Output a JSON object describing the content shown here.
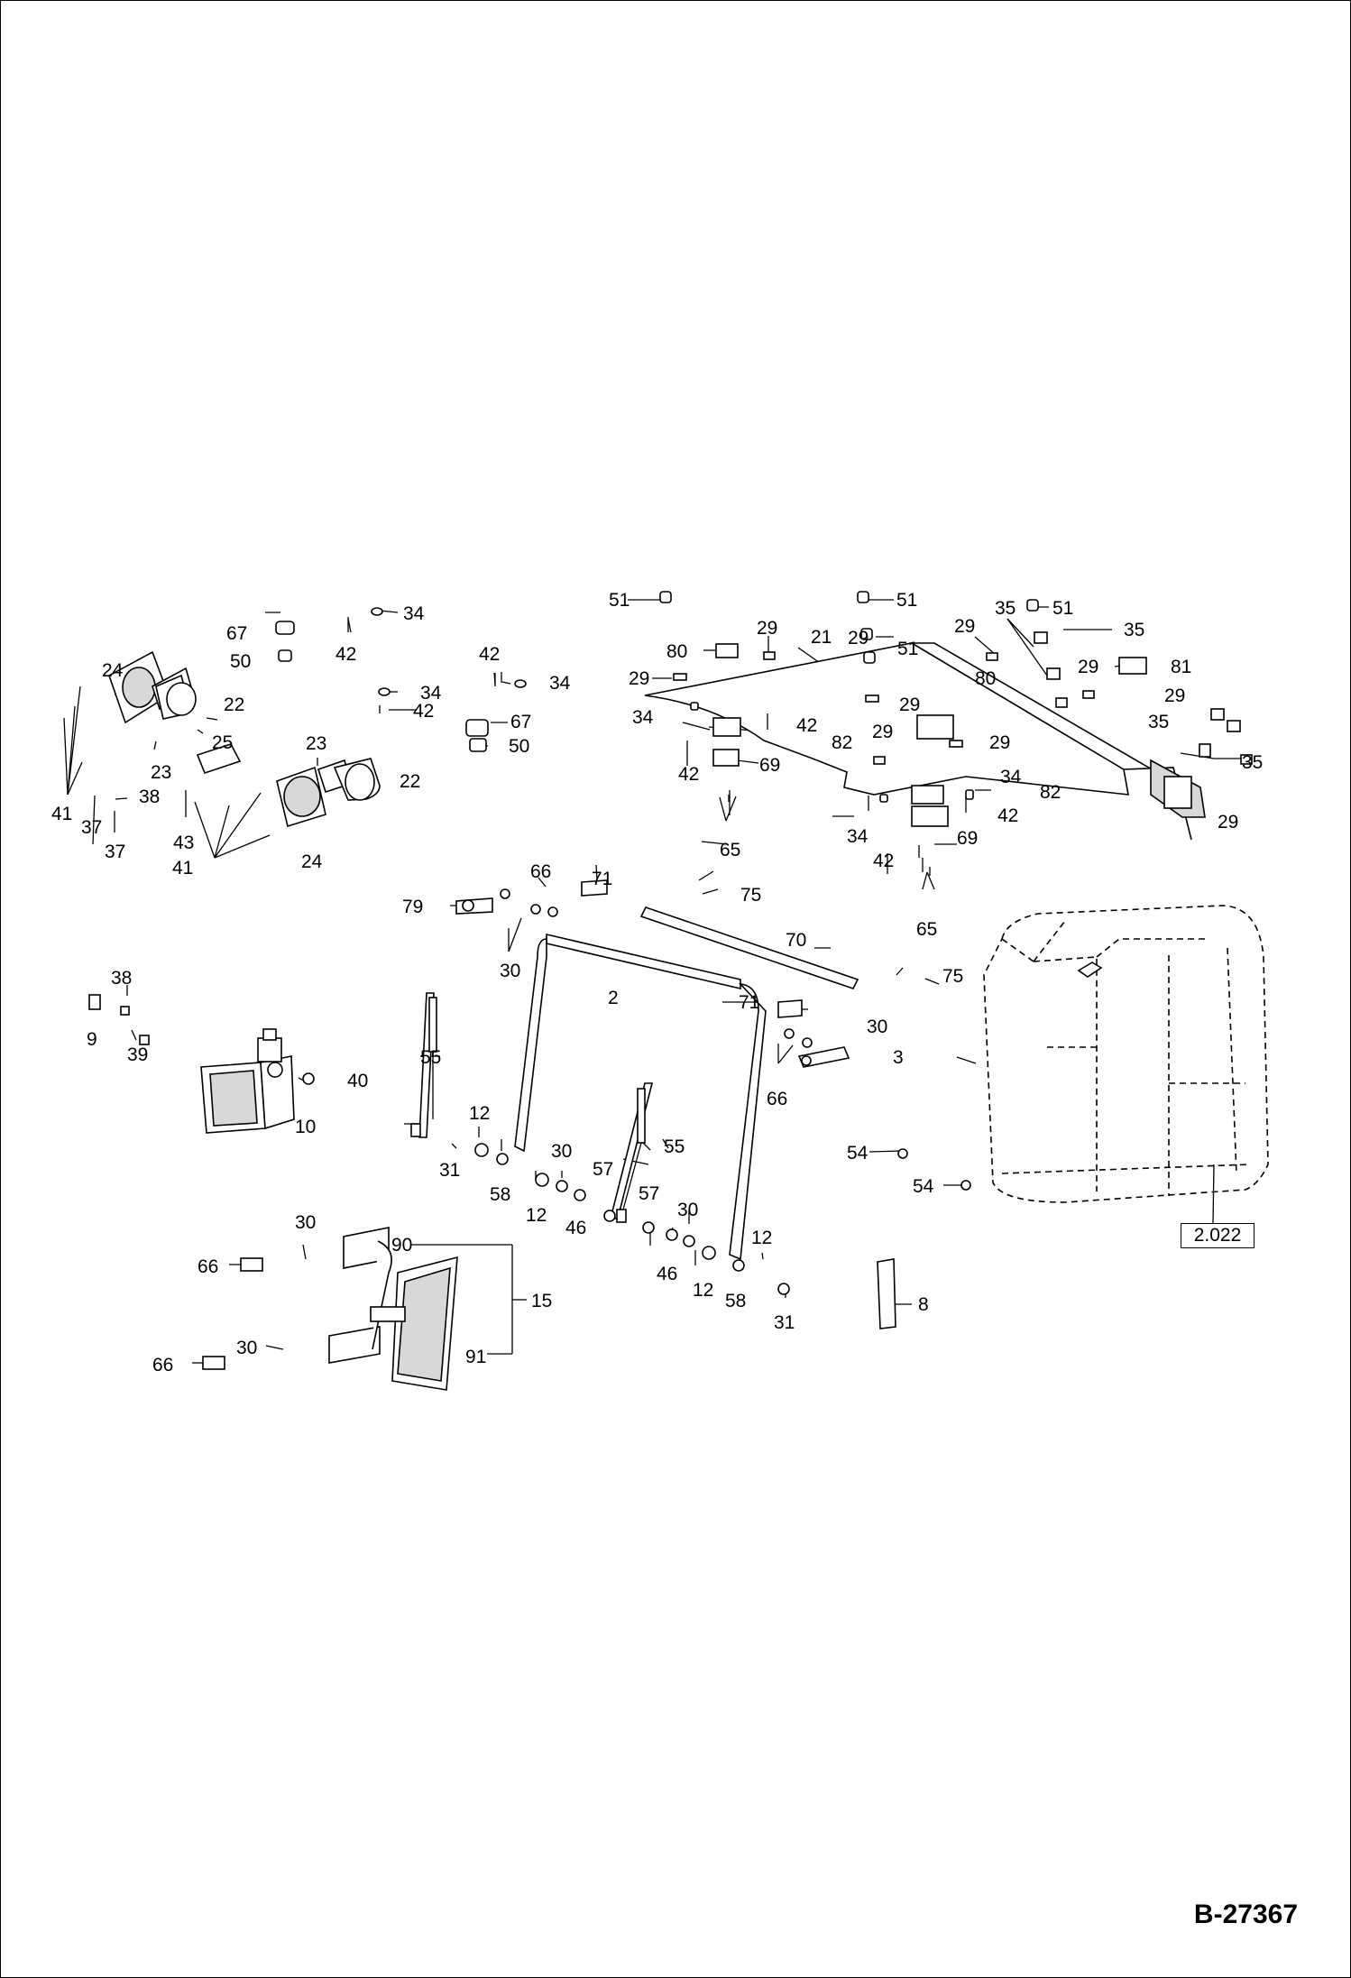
{
  "drawing_number": "B-27367",
  "reference": {
    "label": "2.022"
  },
  "callouts": [
    {
      "id": "c51a",
      "text": "51"
    },
    {
      "id": "c51b",
      "text": "51"
    },
    {
      "id": "c51c",
      "text": "51"
    },
    {
      "id": "c51d",
      "text": "51"
    },
    {
      "id": "c35a",
      "text": "35"
    },
    {
      "id": "c35b",
      "text": "35"
    },
    {
      "id": "c35c",
      "text": "35"
    },
    {
      "id": "c35d",
      "text": "35"
    },
    {
      "id": "c29a",
      "text": "29"
    },
    {
      "id": "c29b",
      "text": "29"
    },
    {
      "id": "c29c",
      "text": "29"
    },
    {
      "id": "c29d",
      "text": "29"
    },
    {
      "id": "c29e",
      "text": "29"
    },
    {
      "id": "c29f",
      "text": "29"
    },
    {
      "id": "c29g",
      "text": "29"
    },
    {
      "id": "c29h",
      "text": "29"
    },
    {
      "id": "c29i",
      "text": "29"
    },
    {
      "id": "c21",
      "text": "21"
    },
    {
      "id": "c80a",
      "text": "80"
    },
    {
      "id": "c80b",
      "text": "80"
    },
    {
      "id": "c81",
      "text": "81"
    },
    {
      "id": "c82a",
      "text": "82"
    },
    {
      "id": "c82b",
      "text": "82"
    },
    {
      "id": "c69a",
      "text": "69"
    },
    {
      "id": "c69b",
      "text": "69"
    },
    {
      "id": "c65a",
      "text": "65"
    },
    {
      "id": "c65b",
      "text": "65"
    },
    {
      "id": "c34a",
      "text": "34"
    },
    {
      "id": "c34b",
      "text": "34"
    },
    {
      "id": "c34c",
      "text": "34"
    },
    {
      "id": "c34d",
      "text": "34"
    },
    {
      "id": "c34e",
      "text": "34"
    },
    {
      "id": "c34f",
      "text": "34"
    },
    {
      "id": "c42a",
      "text": "42"
    },
    {
      "id": "c42b",
      "text": "42"
    },
    {
      "id": "c42c",
      "text": "42"
    },
    {
      "id": "c42d",
      "text": "42"
    },
    {
      "id": "c42e",
      "text": "42"
    },
    {
      "id": "c42f",
      "text": "42"
    },
    {
      "id": "c42g",
      "text": "42"
    },
    {
      "id": "c67a",
      "text": "67"
    },
    {
      "id": "c67b",
      "text": "67"
    },
    {
      "id": "c50a",
      "text": "50"
    },
    {
      "id": "c50b",
      "text": "50"
    },
    {
      "id": "c24a",
      "text": "24"
    },
    {
      "id": "c24b",
      "text": "24"
    },
    {
      "id": "c22a",
      "text": "22"
    },
    {
      "id": "c22b",
      "text": "22"
    },
    {
      "id": "c23a",
      "text": "23"
    },
    {
      "id": "c23b",
      "text": "23"
    },
    {
      "id": "c25",
      "text": "25"
    },
    {
      "id": "c41a",
      "text": "41"
    },
    {
      "id": "c41b",
      "text": "41"
    },
    {
      "id": "c37a",
      "text": "37"
    },
    {
      "id": "c37b",
      "text": "37"
    },
    {
      "id": "c38a",
      "text": "38"
    },
    {
      "id": "c38b",
      "text": "38"
    },
    {
      "id": "c43",
      "text": "43"
    },
    {
      "id": "c79",
      "text": "79"
    },
    {
      "id": "c66a",
      "text": "66"
    },
    {
      "id": "c66b",
      "text": "66"
    },
    {
      "id": "c66c",
      "text": "66"
    },
    {
      "id": "c66d",
      "text": "66"
    },
    {
      "id": "c71a",
      "text": "71"
    },
    {
      "id": "c71b",
      "text": "71"
    },
    {
      "id": "c75a",
      "text": "75"
    },
    {
      "id": "c75b",
      "text": "75"
    },
    {
      "id": "c70",
      "text": "70"
    },
    {
      "id": "c30a",
      "text": "30"
    },
    {
      "id": "c30b",
      "text": "30"
    },
    {
      "id": "c30c",
      "text": "30"
    },
    {
      "id": "c30d",
      "text": "30"
    },
    {
      "id": "c30e",
      "text": "30"
    },
    {
      "id": "c30f",
      "text": "30"
    },
    {
      "id": "c2",
      "text": "2"
    },
    {
      "id": "c3",
      "text": "3"
    },
    {
      "id": "c9",
      "text": "9"
    },
    {
      "id": "c39",
      "text": "39"
    },
    {
      "id": "c55a",
      "text": "55"
    },
    {
      "id": "c55b",
      "text": "55"
    },
    {
      "id": "c40",
      "text": "40"
    },
    {
      "id": "c10",
      "text": "10"
    },
    {
      "id": "c12a",
      "text": "12"
    },
    {
      "id": "c12b",
      "text": "12"
    },
    {
      "id": "c12c",
      "text": "12"
    },
    {
      "id": "c12d",
      "text": "12"
    },
    {
      "id": "c31a",
      "text": "31"
    },
    {
      "id": "c31b",
      "text": "31"
    },
    {
      "id": "c58a",
      "text": "58"
    },
    {
      "id": "c58b",
      "text": "58"
    },
    {
      "id": "c57a",
      "text": "57"
    },
    {
      "id": "c57b",
      "text": "57"
    },
    {
      "id": "c46a",
      "text": "46"
    },
    {
      "id": "c46b",
      "text": "46"
    },
    {
      "id": "c54a",
      "text": "54"
    },
    {
      "id": "c54b",
      "text": "54"
    },
    {
      "id": "c90",
      "text": "90"
    },
    {
      "id": "c15",
      "text": "15"
    },
    {
      "id": "c91",
      "text": "91"
    },
    {
      "id": "c8",
      "text": "8"
    }
  ]
}
